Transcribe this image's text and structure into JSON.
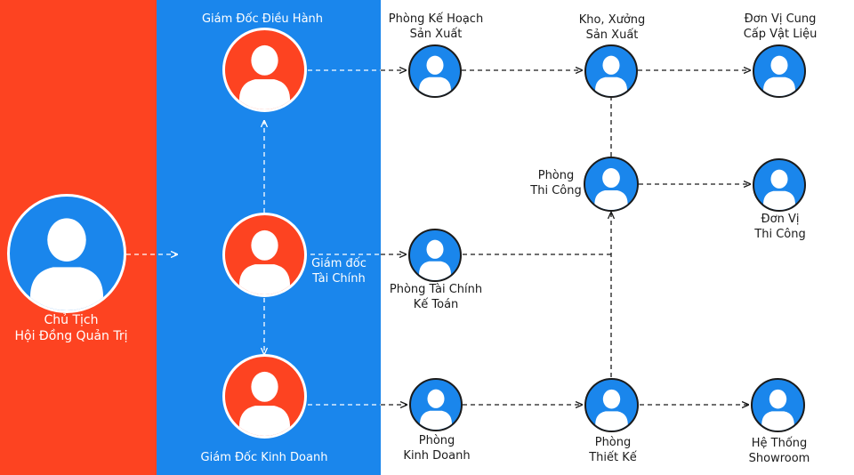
{
  "colors": {
    "red": "#fd4321",
    "blue": "#1a86ec",
    "white": "#ffffff",
    "connector_light": "#ffffff",
    "connector_dark": "#1b1b1b"
  },
  "nodes": {
    "chairman": {
      "line1": "Chủ Tịch",
      "line2": "Hội Đồng Quản Trị"
    },
    "ceo": {
      "line1": "Giám Đốc Điều Hành"
    },
    "cfo": {
      "line1": "Giám đốc",
      "line2": "Tài Chính"
    },
    "sales_director": {
      "line1": "Giám Đốc Kinh Doanh"
    },
    "planning": {
      "line1": "Phòng Kế Hoạch",
      "line2": "Sản Xuất"
    },
    "warehouse": {
      "line1": "Kho, Xưởng",
      "line2": "Sản Xuất"
    },
    "supplier": {
      "line1": "Đơn Vị Cung",
      "line2": "Cấp Vật Liệu"
    },
    "construction_dept": {
      "line1": "Phòng",
      "line2": "Thi Công"
    },
    "construction_unit": {
      "line1": "Đơn Vị",
      "line2": "Thi Công"
    },
    "finance_dept": {
      "line1": "Phòng Tài Chính",
      "line2": "Kế Toán"
    },
    "sales_dept": {
      "line1": "Phòng",
      "line2": "Kinh Doanh"
    },
    "design_dept": {
      "line1": "Phòng",
      "line2": "Thiết Kế"
    },
    "showroom": {
      "line1": "Hệ Thống",
      "line2": "Showroom"
    }
  }
}
